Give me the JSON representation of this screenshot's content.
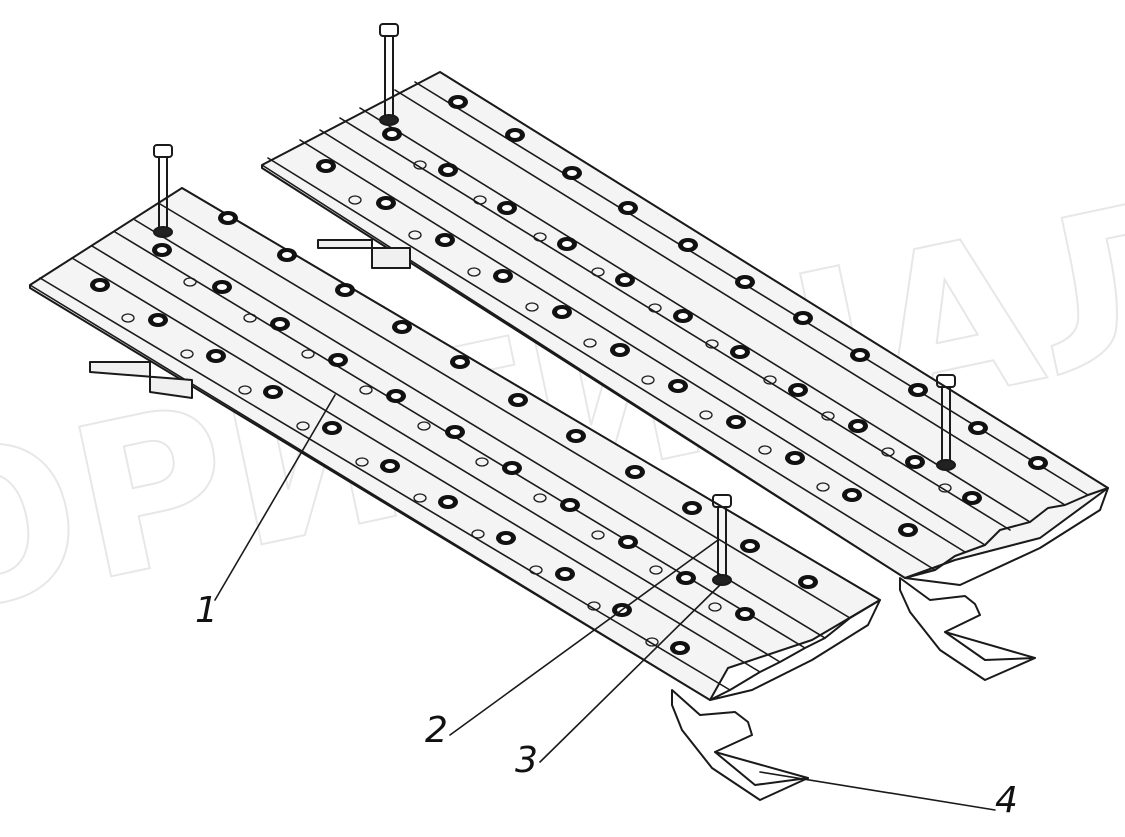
{
  "drawing": {
    "callouts": [
      {
        "id": "1",
        "label": "1"
      },
      {
        "id": "2",
        "label": "2"
      },
      {
        "id": "3",
        "label": "3"
      },
      {
        "id": "4",
        "label": "4"
      }
    ],
    "colors": {
      "ink": "#1a1a1a",
      "paper": "#ffffff",
      "watermark": "#d9d9d9"
    },
    "watermark_text": "ОРИГИНАЛ"
  }
}
